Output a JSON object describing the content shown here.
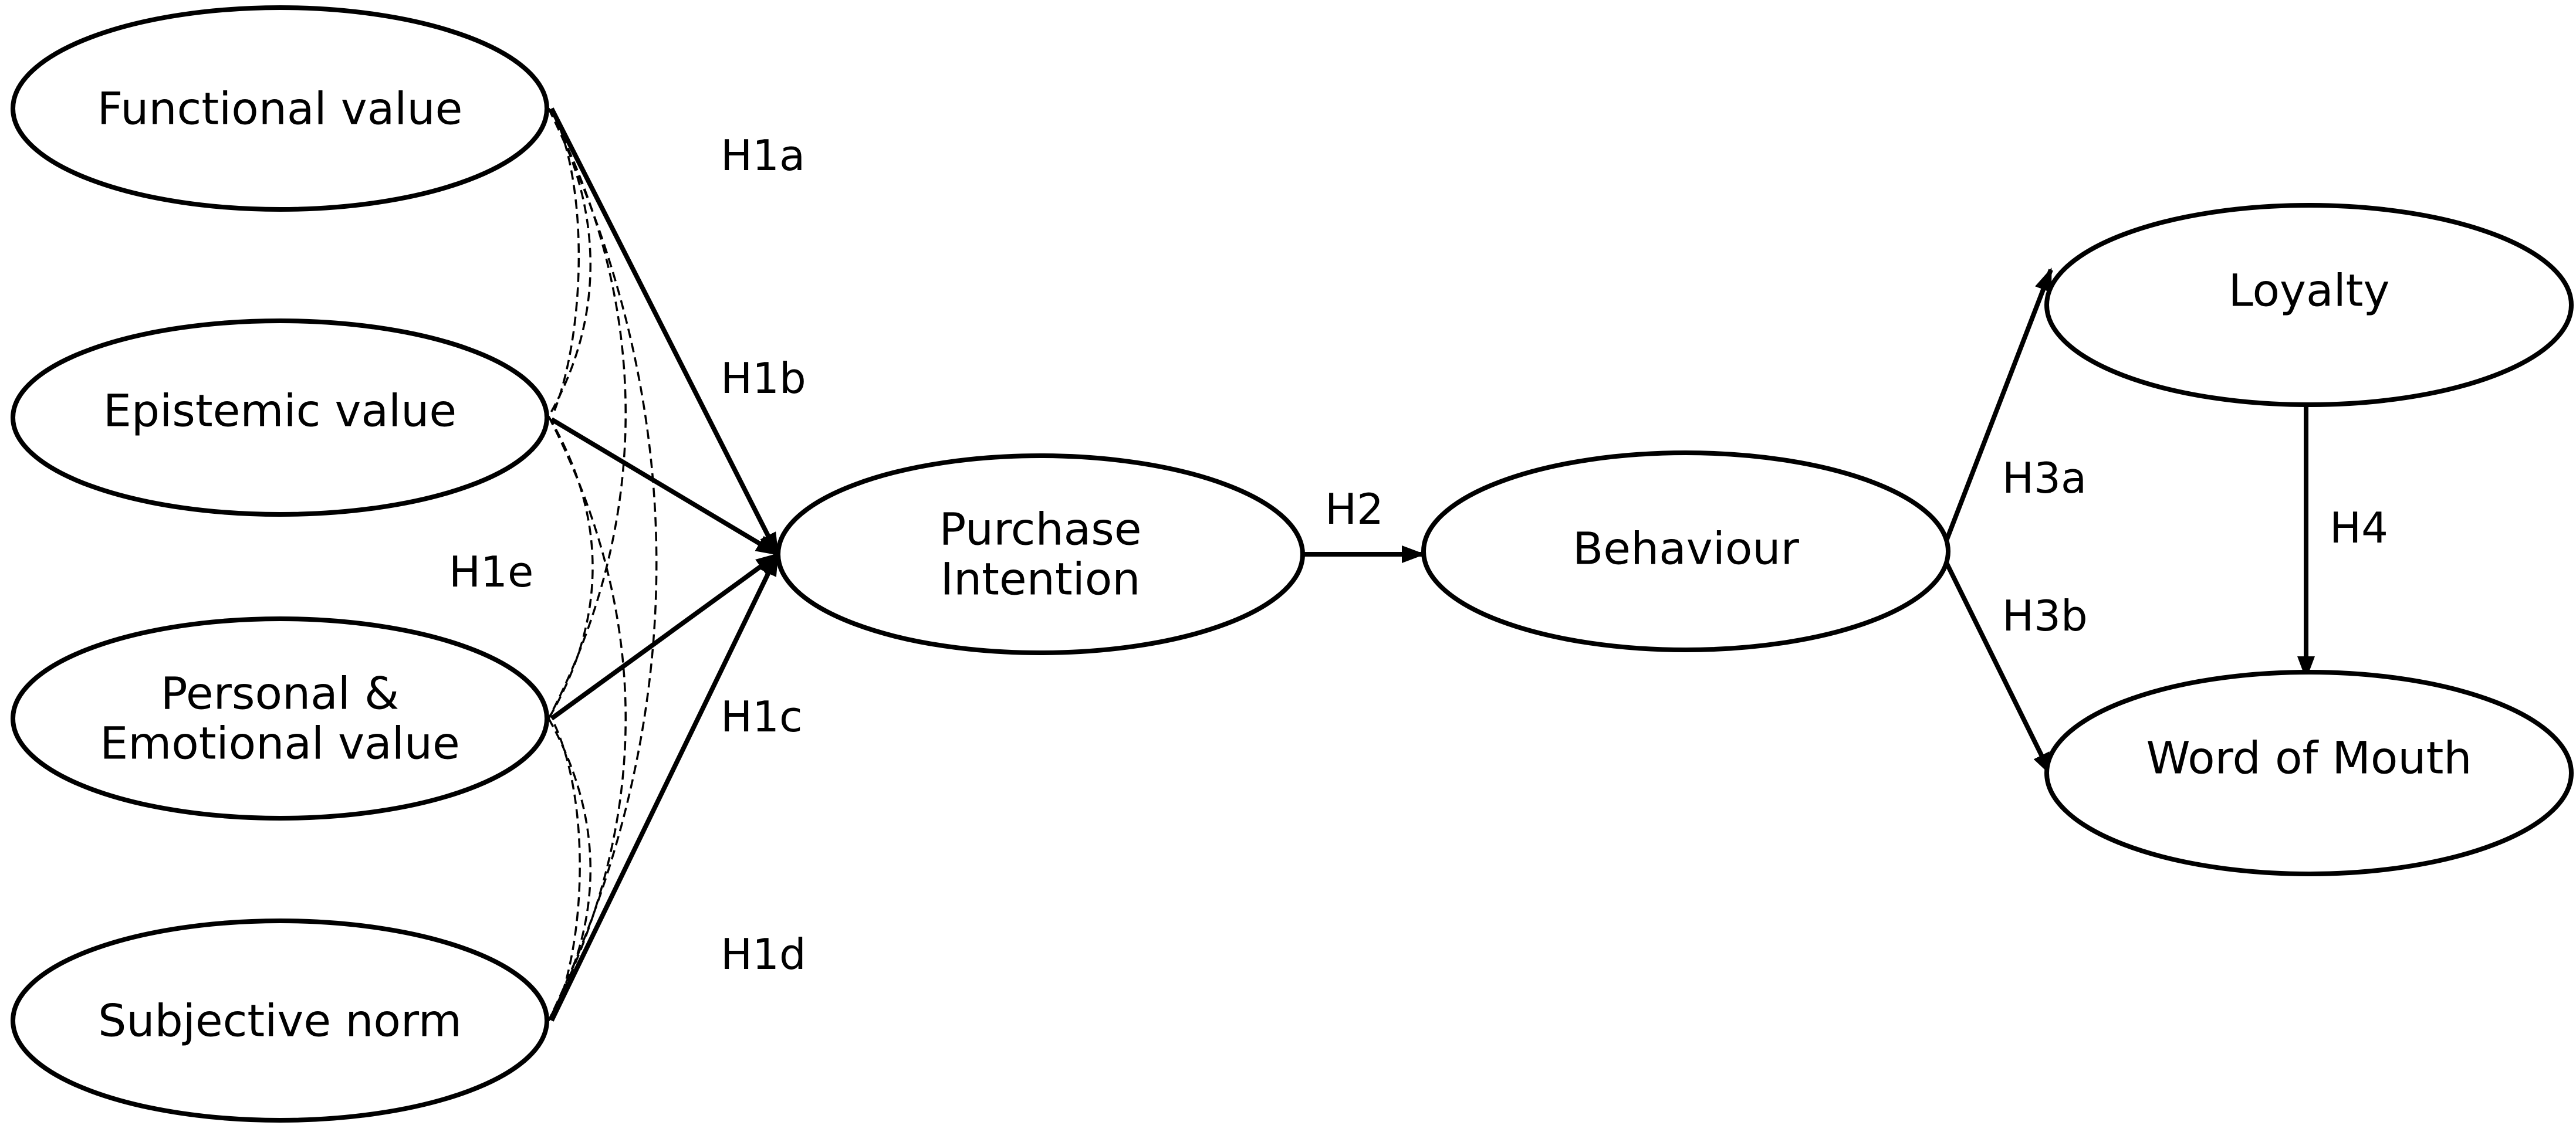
{
  "nodes": {
    "functional_value": {
      "label": "Functional value"
    },
    "epistemic_value": {
      "label": "Epistemic value"
    },
    "personal_emotional_value": {
      "line1": "Personal &",
      "line2": "Emotional value"
    },
    "subjective_norm": {
      "label": "Subjective norm"
    },
    "purchase_intention": {
      "line1": "Purchase",
      "line2": "Intention"
    },
    "behaviour": {
      "label": "Behaviour"
    },
    "loyalty": {
      "label": "Loyalty"
    },
    "word_of_mouth": {
      "label": "Word of Mouth"
    }
  },
  "hypotheses": {
    "h1a": "H1a",
    "h1b": "H1b",
    "h1c": "H1c",
    "h1d": "H1d",
    "h1e": "H1e",
    "h2": "H2",
    "h3a": "H3a",
    "h3b": "H3b",
    "h4": "H4"
  },
  "colors": {
    "stroke": "#000000",
    "background": "#ffffff"
  }
}
